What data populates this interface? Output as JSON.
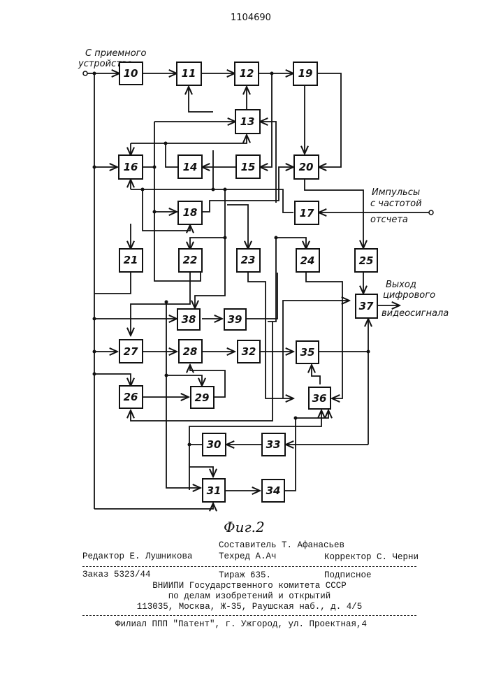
{
  "header": {
    "patent_number": "1104690"
  },
  "diagram": {
    "labels": {
      "input_line1": "С приемного",
      "input_line2": "устройства",
      "pulses_line1": "Импульсы",
      "pulses_line2": "с частотой",
      "pulses_line3": "отсчета",
      "output_line1": "Выход",
      "output_line2": "цифрового",
      "output_line3": "видеосигнала"
    },
    "blocks": [
      "10",
      "11",
      "12",
      "13",
      "14",
      "15",
      "16",
      "17",
      "18",
      "19",
      "20",
      "21",
      "22",
      "23",
      "24",
      "25",
      "26",
      "27",
      "28",
      "29",
      "30",
      "31",
      "32",
      "33",
      "34",
      "35",
      "36",
      "37",
      "38",
      "39"
    ],
    "caption": "Фиг.2"
  },
  "imprint": {
    "compiler": "Составитель Т. Афанасьев",
    "editor": "Редактор Е. Лушникова",
    "techred": "Техред А.Ач",
    "corrector": "Корректор С. Черни",
    "order": "Заказ 5323/44",
    "circulation": "Тираж 635.",
    "subscription": "Подписное",
    "org_line1": "ВНИИПИ Государственного комитета СССР",
    "org_line2": "по делам изобретений и открытий",
    "org_line3": "113035, Москва, Ж-35, Раушская наб., д. 4/5",
    "branch": "Филиал ППП \"Патент\", г. Ужгород, ул. Проектная,4"
  }
}
